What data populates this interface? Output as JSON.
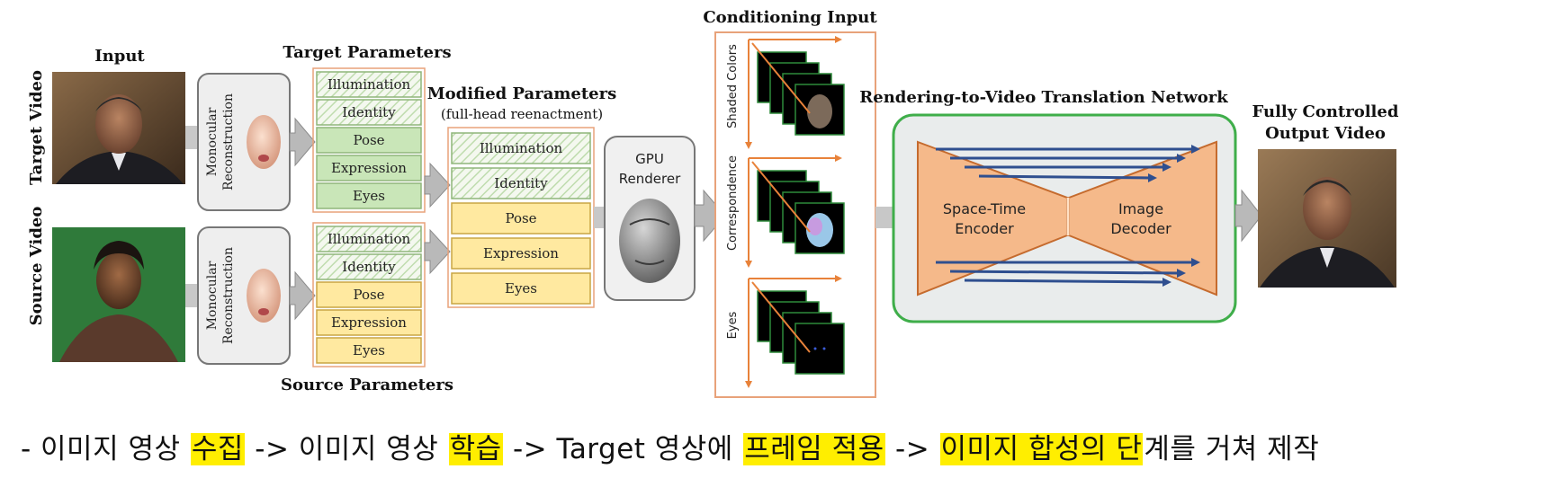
{
  "labels": {
    "input": "Input",
    "target_video": "Target Video",
    "source_video": "Source Video",
    "monocular": "Monocular",
    "reconstruction": "Reconstruction",
    "target_parameters": "Target Parameters",
    "source_parameters": "Source Parameters",
    "modified_parameters": "Modified Parameters",
    "modified_sub": "(full-head reenactment)",
    "gpu_line1": "GPU",
    "gpu_line2": "Renderer",
    "conditioning_input": "Conditioning Input",
    "shaded_colors": "Shaded Colors",
    "correspondence": "Correspondence",
    "eyes_vertical": "Eyes",
    "network_title": "Rendering-to-Video Translation Network",
    "encoder_line1": "Space-Time",
    "encoder_line2": "Encoder",
    "decoder_line1": "Image",
    "decoder_line2": "Decoder",
    "output_line1": "Fully Controlled",
    "output_line2": "Output Video"
  },
  "param_items": {
    "target": [
      "Illumination",
      "Identity",
      "Pose",
      "Expression",
      "Eyes"
    ],
    "source": [
      "Illumination",
      "Identity",
      "Pose",
      "Expression",
      "Eyes"
    ],
    "modified": [
      "Illumination",
      "Identity",
      "Pose",
      "Expression",
      "Eyes"
    ]
  },
  "colors": {
    "orange": "#e8823a",
    "encoder_fill": "#f5b98a",
    "green_param": "#c9e6b8",
    "yellow_param": "#ffe9a0",
    "network_border": "#3fae4a",
    "network_fill": "#e9ecec",
    "skip_arrow": "#2f4f8f"
  },
  "caption": {
    "p1": "- 이미지 영상 ",
    "h1": "수집",
    "p2": " -> 이미지 영상 ",
    "h2": "학습",
    "p3": " -> Target 영상에 ",
    "h3": "프레임 적용",
    "p4": " -> ",
    "h4": "이미지 합성의 단",
    "p5": "계를 거쳐 제작"
  }
}
